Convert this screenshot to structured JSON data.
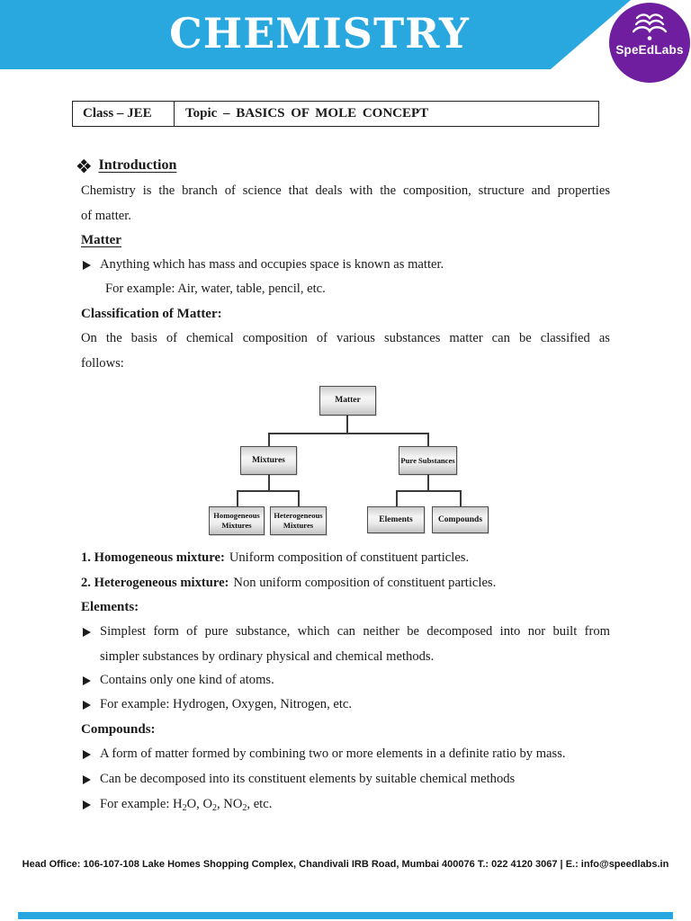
{
  "colors": {
    "accent_blue": "#29a8e0",
    "logo_purple": "#6e1e9e"
  },
  "icons": {
    "diamond_bullet": "four-diamond bullet",
    "arrow_bullet": "right arrowhead bullet",
    "logo_book": "open-book"
  },
  "header": {
    "title": "CHEMISTRY",
    "logo_text": "SpeEdLabs"
  },
  "doc_info": {
    "class_label": "Class – JEE",
    "topic_label": "Topic – BASICS OF MOLE CONCEPT"
  },
  "intro": {
    "heading": "Introduction",
    "lines": [
      "Chemistry is the branch of science that deals with the composition, structure and properties",
      "of matter."
    ]
  },
  "matter": {
    "heading": "Matter",
    "point": "Anything which has mass and occupies space is known as matter.",
    "example": "For example:  Air, water, table, pencil, etc."
  },
  "classification": {
    "heading": "Classification of Matter:",
    "lines": [
      "On the basis of chemical composition of various substances matter can be classified as",
      "follows:"
    ]
  },
  "diagram": {
    "nodes": {
      "root": "Matter",
      "left": "Mixtures",
      "right": "Pure Substances",
      "left_left": "Homogeneous Mixtures",
      "left_right": "Heterogeneous Mixtures",
      "right_left": "Elements",
      "right_right": "Compounds"
    }
  },
  "mixture_points": [
    {
      "label": "1. Homogeneous mixture:",
      "text": "Uniform composition of constituent particles."
    },
    {
      "label": "2. Heterogeneous mixture:",
      "text": "Non uniform composition of constituent particles."
    }
  ],
  "elements": {
    "heading": "Elements:",
    "points": [
      {
        "lines": [
          "Simplest form of pure substance, which can neither be decomposed into nor built from",
          "simpler substances by ordinary physical and chemical methods."
        ]
      },
      {
        "text": "Contains only one kind of atoms."
      },
      {
        "text": "For example: Hydrogen, Oxygen, Nitrogen, etc."
      }
    ]
  },
  "compounds": {
    "heading": "Compounds:",
    "points": [
      {
        "text": "A form of matter formed by combining two or more elements in a definite ratio by mass."
      },
      {
        "text": "Can be decomposed into its constituent elements by suitable chemical methods"
      },
      {
        "html": "For example: H<sub>2</sub>O, O<sub>2</sub>, NO<sub>2</sub>, etc."
      }
    ]
  },
  "footer": {
    "text": "Head Office: 106-107-108 Lake Homes Shopping Complex, Chandivali IRB Road, Mumbai 400076 T.: 022 4120 3067 | E.: info@speedlabs.in"
  }
}
